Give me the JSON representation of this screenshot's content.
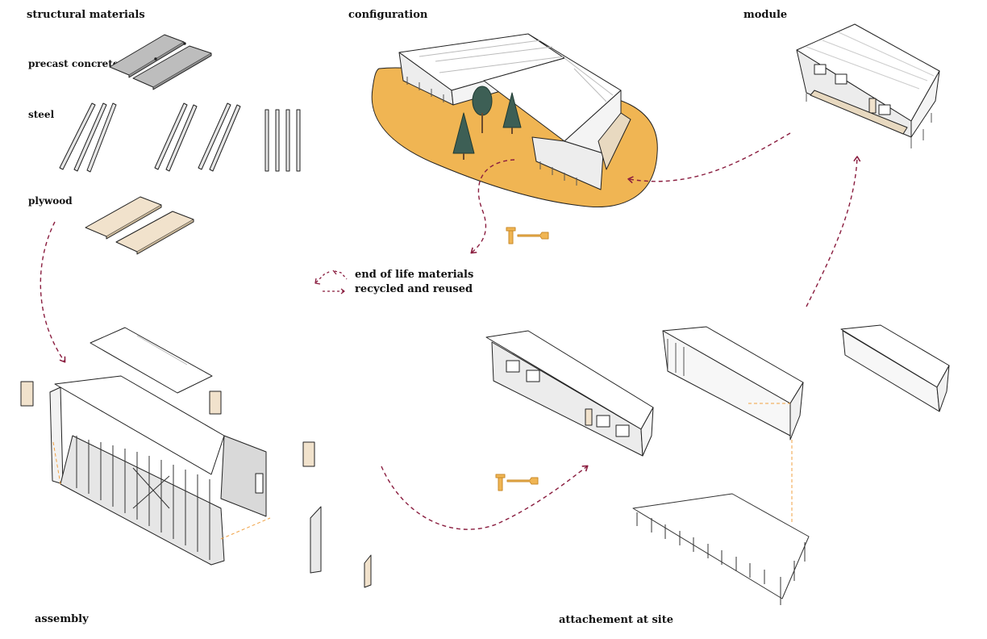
{
  "labels": {
    "structural_materials": "structural materials",
    "precast_concrete": "precast concrete",
    "steel": "steel",
    "plywood": "plywood",
    "configuration": "configuration",
    "module": "module",
    "assembly": "assembly",
    "attachement_at_site": "attachement at site"
  },
  "legend": {
    "line1": "end of life materials",
    "line2": "recycled and reused"
  },
  "colors": {
    "arrow": "#8a1d3f",
    "site": "#f0b553",
    "tool": "#f0b553",
    "plywood": "#f1e2cc",
    "concrete": "#bdbdbd",
    "tree": "#3d5f55",
    "guide": "#f0a040"
  }
}
